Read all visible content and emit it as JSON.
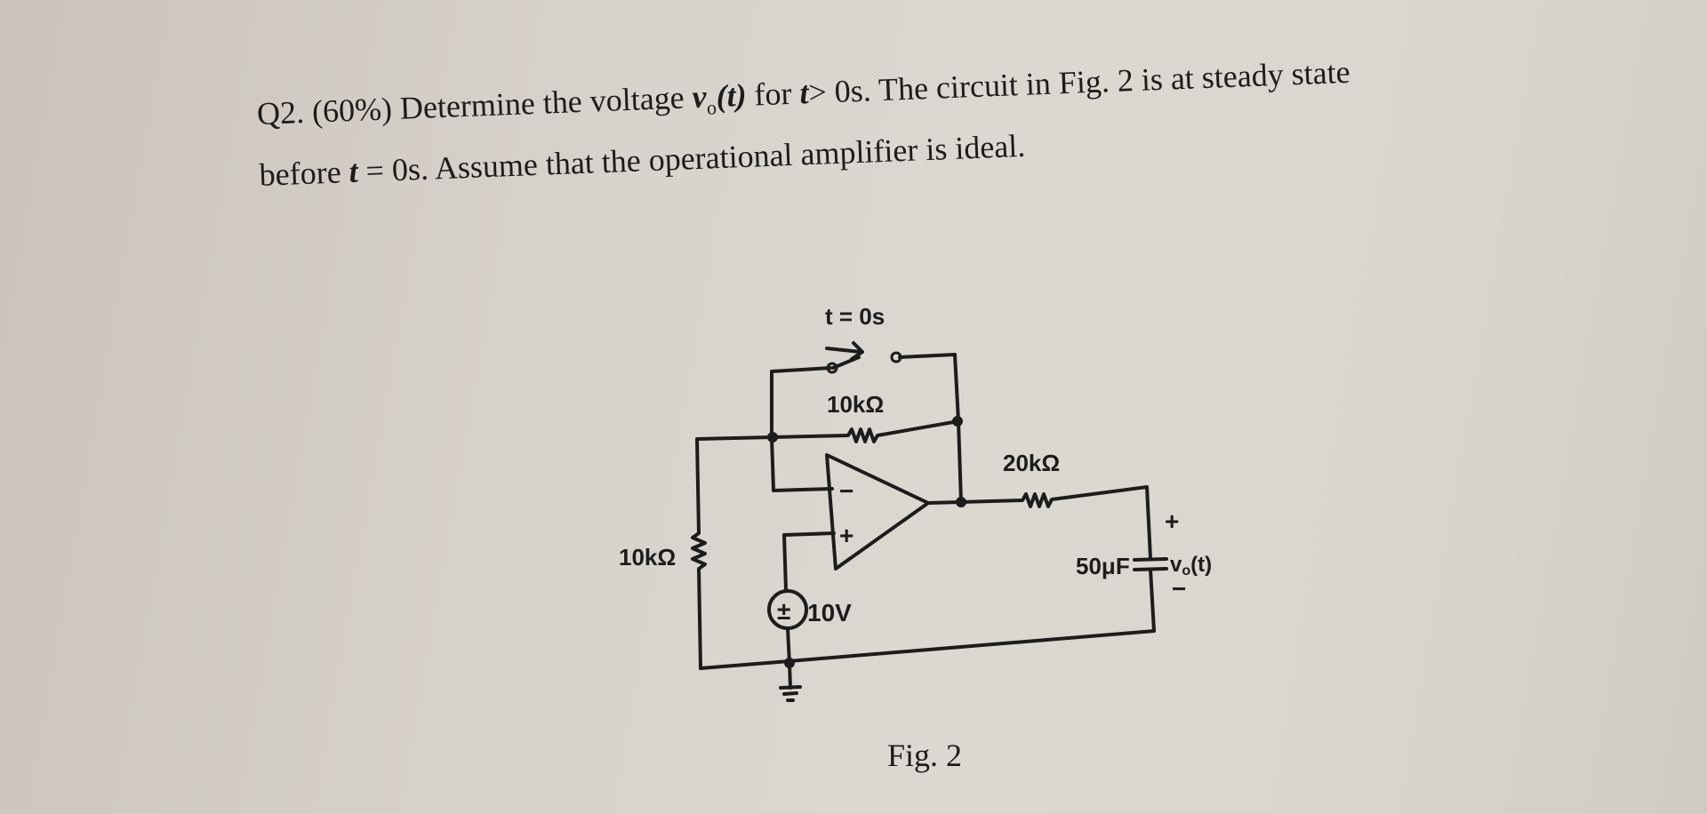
{
  "question": {
    "number": "Q2.",
    "weight": "(60%)",
    "line1_a": "Determine the voltage",
    "vo_symbol": "v",
    "vo_sub": "o",
    "vo_arg": "(t)",
    "line1_b": "for",
    "t_sym": "t",
    "line1_c": "> 0s. The circuit in Fig. 2 is at steady state",
    "line2_a": "before",
    "line2_b": "= 0s. Assume that the operational amplifier is ideal."
  },
  "circuit": {
    "switch_label": "t = 0s",
    "r_feedback": "10kΩ",
    "r_ground": "10kΩ",
    "r_out": "20kΩ",
    "source": "10V",
    "source_symbol": "±",
    "capacitor": "50μF",
    "cap_voltage": "v",
    "cap_voltage_sub": "o",
    "cap_voltage_arg": "(t)",
    "plus": "+",
    "minus": "−",
    "opamp_minus": "−",
    "opamp_plus": "+",
    "figure_caption": "Fig. 2"
  }
}
